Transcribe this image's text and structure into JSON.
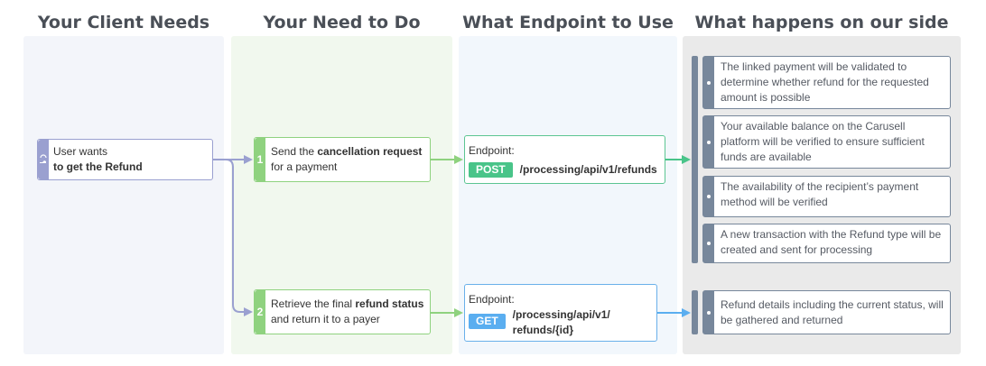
{
  "columns": {
    "client_needs": "Your Client Needs",
    "need_to_do": "Your Need to Do",
    "endpoint": "What Endpoint to Use",
    "our_side": "What happens on our side"
  },
  "user_card": {
    "line1": "User wants",
    "line2": "to get the Refund",
    "icon": "refresh-hand-icon"
  },
  "steps": [
    {
      "number": "1",
      "pre": "Send the ",
      "bold": "cancellation request",
      "post": " for a payment"
    },
    {
      "number": "2",
      "pre": "Retrieve the final ",
      "bold": "refund status",
      "post": " and return it to a payer"
    }
  ],
  "endpoints": [
    {
      "label": "Endpoint:",
      "method": "POST",
      "path": "/processing/api/v1/refunds",
      "color": "#49c489"
    },
    {
      "label": "Endpoint:",
      "method": "GET",
      "path_line1": "/processing/api/v1/",
      "path_line2": "refunds/{id}",
      "color": "#5aaef0"
    }
  ],
  "results": [
    "The linked payment will be validated to determine whether refund for the requested amount is possible",
    "Your available balance on the Carusell platform will be verified to ensure sufficient funds are available",
    "The availability of the recipient’s payment method will be verified",
    "A new transaction with the Refund type will be created and sent for processing",
    "Refund details including the current status, will be gathered and returned"
  ],
  "colors": {
    "user": "#9aa0d0",
    "step": "#8fd27f",
    "post": "#49c489",
    "get": "#5aaef0",
    "result": "#77879b"
  }
}
